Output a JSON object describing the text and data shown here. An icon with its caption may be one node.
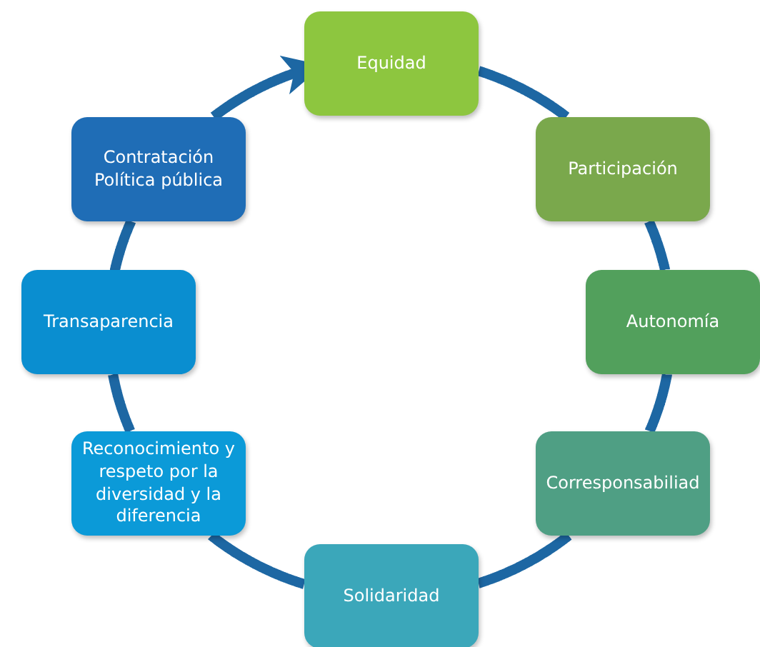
{
  "diagram": {
    "nodes": [
      {
        "text": [
          "Equidad"
        ]
      },
      {
        "text": [
          "Participación"
        ]
      },
      {
        "text": [
          "Autonomía"
        ]
      },
      {
        "text": [
          "Corresponsabiliad"
        ]
      },
      {
        "text": [
          "Solidaridad"
        ]
      },
      {
        "text": [
          "Reconocimiento y respeto por la diversidad y la diferencia"
        ]
      },
      {
        "text": [
          "Transaparencia"
        ]
      },
      {
        "text": [
          "Contratación Política pública"
        ]
      }
    ],
    "edges": [
      {
        "from": 0,
        "to": 1,
        "arrow": "none"
      },
      {
        "from": 1,
        "to": 2,
        "arrow": "none"
      },
      {
        "from": 2,
        "to": 3,
        "arrow": "none"
      },
      {
        "from": 3,
        "to": 4,
        "arrow": "none"
      },
      {
        "from": 4,
        "to": 5,
        "arrow": "none"
      },
      {
        "from": 5,
        "to": 6,
        "arrow": "none"
      },
      {
        "from": 6,
        "to": 7,
        "arrow": "none"
      },
      {
        "from": 7,
        "to": 0,
        "arrow": "to"
      }
    ]
  }
}
